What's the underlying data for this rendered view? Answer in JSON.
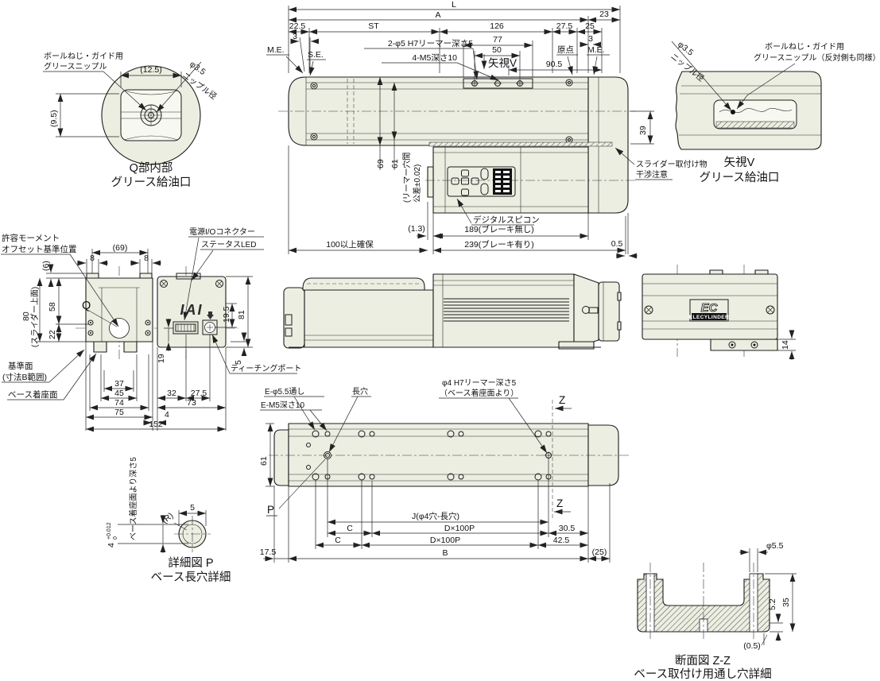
{
  "colors": {
    "body_fill": "#edeee2",
    "line": "#1c1c1c",
    "background": "#ffffff",
    "panel_dark": "#111111"
  },
  "views": {
    "detail_q": {
      "label_line1": "ボールねじ・ガイド用",
      "label_line2": "グリースニップル",
      "dim_width": "(12.5)",
      "dim_height": "(9.5)",
      "nipple_dia": "φ3.5",
      "nipple_dia_note": "ニップル径",
      "caption1": "Q部内部",
      "caption2": "グリース給油口"
    },
    "top_view": {
      "dim_L": "L",
      "dim_A": "A",
      "dim_23": "23",
      "dim_22_5": "22.5",
      "dim_ST": "ST",
      "dim_126": "126",
      "dim_27_5": "27.5",
      "dim_25": "25",
      "me_left": "M.E.",
      "se": "S.E.",
      "dim_3_left": "3",
      "dim_77": "77",
      "dim_50": "50",
      "dim_3_right": "3",
      "origin": "原点",
      "me_right": "M.E.",
      "view_v": "矢視V",
      "dim_90_5": "90.5",
      "callout_reamer": "2-φ5 H7リーマー深さ5",
      "callout_tap": "4-M5深さ10",
      "dim_69": "69",
      "dim_61": "61",
      "note_reamer1": "(リーマー穴間",
      "note_reamer2": "公差±0.02)",
      "label_spicon": "デジタルスピコン",
      "dim_1_3": "(1.3)",
      "dim_189": "189(ブレーキ無し)",
      "dim_239": "239(ブレーキ有り)",
      "dim_100": "100以上確保",
      "dim_0_5": "0.5",
      "dim_39": "39",
      "warn1": "スライダー取付け物",
      "warn2": "干渉注意"
    },
    "view_v": {
      "nipple_dia": "φ3.5",
      "nipple_dia_note": "ニップル径",
      "label_line1": "ボールねじ・ガイド用",
      "label_line2": "グリースニップル（反対側も同様）",
      "caption1": "矢視V",
      "caption2": "グリース給油口"
    },
    "end_view": {
      "moment1": "許容モーメント",
      "moment2": "オフセット基準位置",
      "io_connector": "電源I/Oコネクター",
      "status_led": "ステータスLED",
      "dim_69": "(69)",
      "dim_8_left": "8",
      "dim_8_right": "8",
      "dim_6": "(6)",
      "dim_80": "80",
      "dim_80_note": "(スライダー上面)",
      "dim_58": "58",
      "dim_22": "22",
      "q_label": "Q",
      "logo": "IAI",
      "dim_19_5": "19.5",
      "dim_81": "81",
      "dim_19": "19",
      "dim_5": "5",
      "datum1": "基準面",
      "datum2": "(寸法B範囲)",
      "base_seat": "ベース着座面",
      "dim_37": "37",
      "dim_45": "45",
      "dim_74": "74",
      "dim_75": "75",
      "dim_32": "32",
      "dim_27_5": "27.5",
      "dim_73": "73",
      "dim_4": "4",
      "dim_152": "152",
      "teaching_port": "ティーチングポート"
    },
    "rear_view": {
      "logo_ec": "EC",
      "logo_name": "ELECYLINDER",
      "dim_14": "14"
    },
    "detail_p": {
      "dim_5": "5",
      "r_label": "(R)",
      "dim_4": "4",
      "tol_upper": "+0.012",
      "tol_lower": "0",
      "depth_note": "ベース着座面より深さ5",
      "caption1": "詳細図 P",
      "caption2": "ベース長穴詳細"
    },
    "bottom_view": {
      "callout_e55": "E-φ5.5通し",
      "callout_em5": "E-M5深さ10",
      "callout_slot": "長穴",
      "callout_phi4_1": "φ4 H7リーマー深さ5",
      "callout_phi4_2": "（ベース着座面より）",
      "z_top": "Z",
      "z_bottom": "Z",
      "dim_61": "61",
      "p_label": "P",
      "dim_j": "J(φ4穴-長穴)",
      "dim_c1": "C",
      "dim_d1": "D×100P",
      "dim_30_5": "30.5",
      "dim_c2": "C",
      "dim_d2": "D×100P",
      "dim_42_5": "42.5",
      "dim_17_5": "17.5",
      "dim_b": "B",
      "dim_25": "(25)"
    },
    "section_zz": {
      "dim_phi_5_5": "φ5.5",
      "dim_5_2": "5.2",
      "dim_35": "35",
      "dim_0_5": "(0.5)",
      "caption1": "断面図 Z-Z",
      "caption2": "ベース取付け用通し穴詳細"
    }
  }
}
